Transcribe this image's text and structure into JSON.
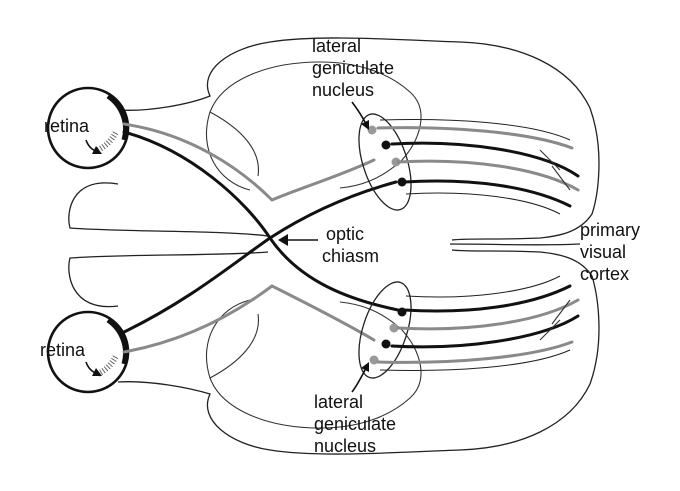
{
  "labels": {
    "retina_top": "retina",
    "retina_bottom": "retina",
    "lgn_top": [
      "lateral",
      "geniculate",
      "nucleus"
    ],
    "lgn_bottom": [
      "lateral",
      "geniculate",
      "nucleus"
    ],
    "optic_chiasm": [
      "optic",
      "chiasm"
    ],
    "primary_visual_cortex": [
      "primary",
      "visual",
      "cortex"
    ]
  }
}
